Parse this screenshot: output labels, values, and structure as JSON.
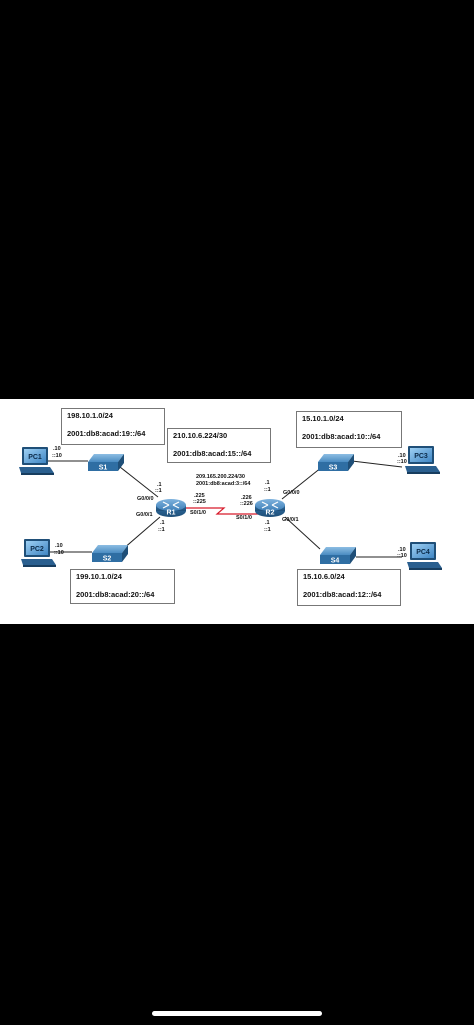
{
  "networks": {
    "s1": {
      "ipv4": "198.10.1.0/24",
      "ipv6": "2001:db8:acad:19::/64"
    },
    "s2": {
      "ipv4": "199.10.1.0/24",
      "ipv6": "2001:db8:acad:20::/64"
    },
    "s3": {
      "ipv4": "15.10.1.0/24",
      "ipv6": "2001:db8:acad:10::/64"
    },
    "s4": {
      "ipv4": "15.10.6.0/24",
      "ipv6": "2001:db8:acad:12::/64"
    },
    "r1_lan": {
      "ipv4": "210.10.6.224/30",
      "ipv6": "2001:db8:acad:15::/64"
    },
    "serial": {
      "ipv4": "209.165.200.224/30",
      "ipv6": "2001:db8:acad:3::/64"
    }
  },
  "devices": {
    "pc1": "PC1",
    "pc2": "PC2",
    "pc3": "PC3",
    "pc4": "PC4",
    "s1": "S1",
    "s2": "S2",
    "s3": "S3",
    "s4": "S4",
    "r1": "R1",
    "r2": "R2"
  },
  "hosts": {
    "v4": ".10",
    "v6": "::10"
  },
  "interfaces": {
    "g000": "G0/0/0",
    "g001": "G0/0/1",
    "s010": "S0/1/0",
    "gw_v4": ".1",
    "gw_v6": "::1",
    "r1_serial_v4": ".225",
    "r1_serial_v6": "::225",
    "r2_serial_v4": ".226",
    "r2_serial_v6": "::226"
  },
  "colors": {
    "device_blue": "#3a7ab0",
    "serial_link": "#d81b2b",
    "link": "#222222",
    "background": "#000000"
  }
}
